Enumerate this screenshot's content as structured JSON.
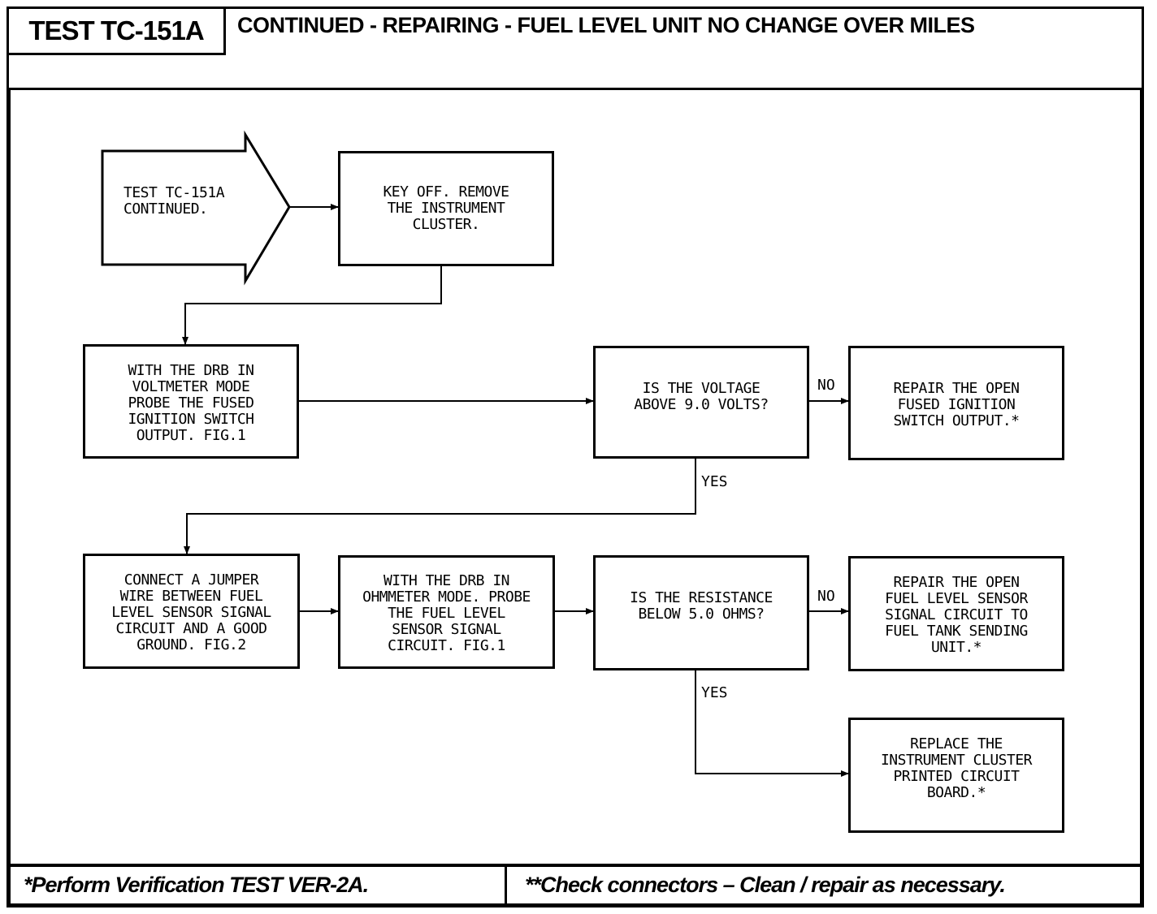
{
  "header": {
    "test_id": "TEST TC-151A",
    "title": "CONTINUED -  REPAIRING - FUEL LEVEL UNIT NO CHANGE OVER MILES"
  },
  "flow": {
    "start": "TEST TC-151A\nCONTINUED.",
    "step_remove_cluster": "KEY OFF. REMOVE\nTHE INSTRUMENT\nCLUSTER.",
    "step_probe_voltage": "WITH THE DRB IN\nVOLTMETER MODE\nPROBE THE FUSED\nIGNITION SWITCH\nOUTPUT. FIG.1",
    "decision_voltage": "IS THE VOLTAGE\nABOVE 9.0 VOLTS?",
    "result_repair_ignition": "REPAIR THE OPEN\nFUSED IGNITION\nSWITCH OUTPUT.*",
    "step_jumper": "CONNECT A JUMPER\nWIRE BETWEEN FUEL\nLEVEL SENSOR SIGNAL\nCIRCUIT AND A GOOD\nGROUND. FIG.2",
    "step_ohmmeter": "WITH THE DRB IN\nOHMMETER MODE. PROBE\nTHE FUEL LEVEL\nSENSOR SIGNAL\nCIRCUIT. FIG.1",
    "decision_resistance": "IS THE RESISTANCE\nBELOW 5.0 OHMS?",
    "result_repair_sensor": "REPAIR THE OPEN\nFUEL LEVEL SENSOR\nSIGNAL CIRCUIT TO\nFUEL TANK SENDING\nUNIT.*",
    "result_replace_board": "REPLACE THE\nINSTRUMENT CLUSTER\nPRINTED CIRCUIT\nBOARD.*",
    "label_no_1": "NO",
    "label_yes_1": "YES",
    "label_no_2": "NO",
    "label_yes_2": "YES"
  },
  "footer": {
    "left": "*Perform Verification TEST VER-2A.",
    "right": "**Check connectors – Clean / repair as necessary."
  }
}
